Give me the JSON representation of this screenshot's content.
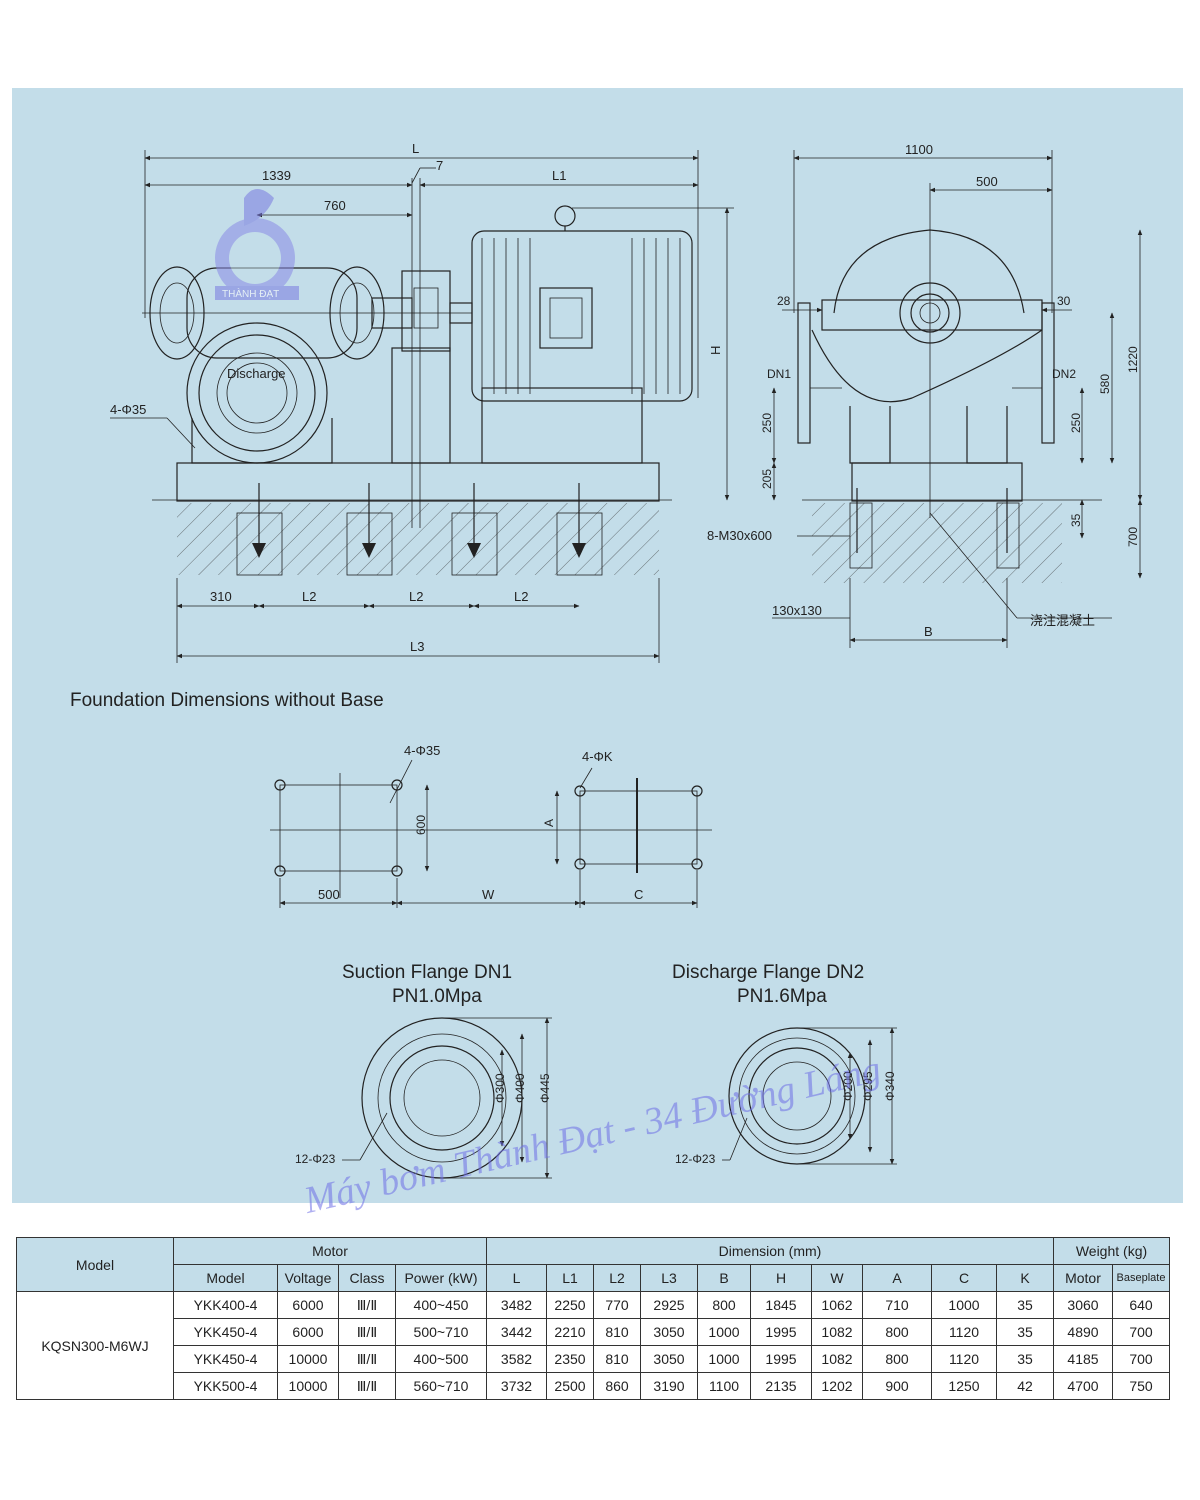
{
  "drawing": {
    "elevation_labels": {
      "L": "L",
      "d1339": "1339",
      "d760": "760",
      "d7": "7",
      "L1": "L1",
      "H": "H",
      "discharge": "Discharge",
      "bolt_note": "4-Φ35",
      "d310": "310",
      "L2": "L2",
      "L3": "L3"
    },
    "side_labels": {
      "d1100": "1100",
      "d500": "500",
      "d28": "28",
      "d30": "30",
      "DN1": "DN1",
      "DN2": "DN2",
      "d250a": "250",
      "d250b": "250",
      "d205": "205",
      "d580": "580",
      "d1220": "1220",
      "d35": "35",
      "d700": "700",
      "anchor": "8-M30x600",
      "pad": "130x130",
      "concrete": "浇注混凝土",
      "B": "B"
    },
    "foundation": {
      "title": "Foundation Dimensions without Base",
      "hole_left": "4-Φ35",
      "hole_right": "4-ΦK",
      "d600": "600",
      "A": "A",
      "d500": "500",
      "W": "W",
      "C": "C"
    },
    "suction_flange": {
      "title_line1": "Suction Flange DN1",
      "title_line2": "PN1.0Mpa",
      "bolts": "12-Φ23",
      "d1": "Φ300",
      "d2": "Φ400",
      "d3": "Φ445"
    },
    "discharge_flange": {
      "title_line1": "Discharge Flange DN2",
      "title_line2": "PN1.6Mpa",
      "bolts": "12-Φ23",
      "d1": "Φ200",
      "d2": "Φ295",
      "d3": "Φ340"
    },
    "logo_text": "THÀNH ĐẠT"
  },
  "watermark": "Máy bơm Thành Đạt - 34 Đường Láng",
  "table": {
    "header": {
      "model": "Model",
      "motor": "Motor",
      "dimension": "Dimension (mm)",
      "weight": "Weight (kg)",
      "motor_model": "Model",
      "voltage": "Voltage",
      "class": "Class",
      "power": "Power (kW)",
      "L": "L",
      "L1": "L1",
      "L2": "L2",
      "L3": "L3",
      "B": "B",
      "H": "H",
      "W": "W",
      "A": "A",
      "C": "C",
      "K": "K",
      "w_motor": "Motor",
      "w_base": "Baseplate"
    },
    "pump_model": "KQSN300-M6WJ",
    "rows": [
      {
        "model": "YKK400-4",
        "voltage": "6000",
        "class": "Ⅲ/Ⅱ",
        "power": "400~450",
        "L": "3482",
        "L1": "2250",
        "L2": "770",
        "L3": "2925",
        "B": "800",
        "H": "1845",
        "W": "1062",
        "A": "710",
        "C": "1000",
        "K": "35",
        "wm": "3060",
        "wb": "640"
      },
      {
        "model": "YKK450-4",
        "voltage": "6000",
        "class": "Ⅲ/Ⅱ",
        "power": "500~710",
        "L": "3442",
        "L1": "2210",
        "L2": "810",
        "L3": "3050",
        "B": "1000",
        "H": "1995",
        "W": "1082",
        "A": "800",
        "C": "1120",
        "K": "35",
        "wm": "4890",
        "wb": "700"
      },
      {
        "model": "YKK450-4",
        "voltage": "10000",
        "class": "Ⅲ/Ⅱ",
        "power": "400~500",
        "L": "3582",
        "L1": "2350",
        "L2": "810",
        "L3": "3050",
        "B": "1000",
        "H": "1995",
        "W": "1082",
        "A": "800",
        "C": "1120",
        "K": "35",
        "wm": "4185",
        "wb": "700"
      },
      {
        "model": "YKK500-4",
        "voltage": "10000",
        "class": "Ⅲ/Ⅱ",
        "power": "560~710",
        "L": "3732",
        "L1": "2500",
        "L2": "860",
        "L3": "3190",
        "B": "1100",
        "H": "2135",
        "W": "1202",
        "A": "900",
        "C": "1250",
        "K": "42",
        "wm": "4700",
        "wb": "750"
      }
    ]
  }
}
